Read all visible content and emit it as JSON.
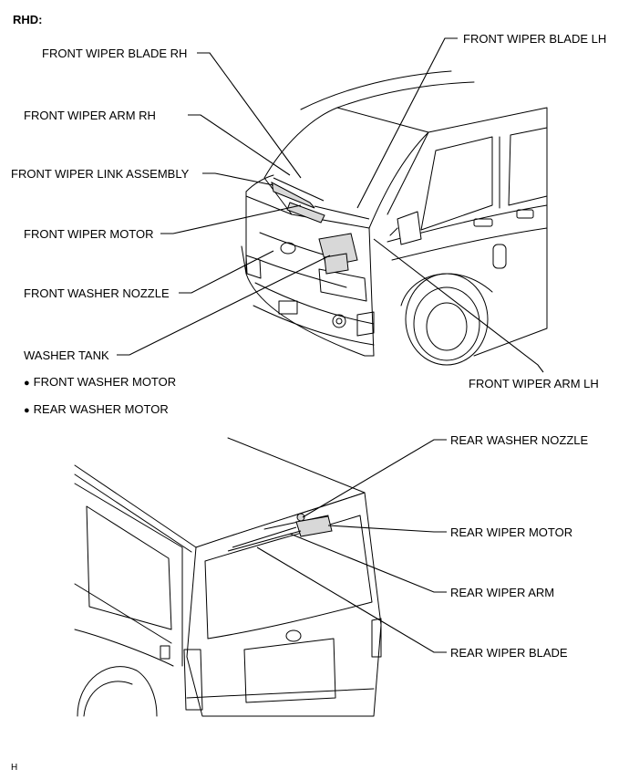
{
  "header": {
    "title": "RHD:"
  },
  "front_labels": {
    "blade_rh": "FRONT WIPER BLADE RH",
    "arm_rh": "FRONT WIPER ARM RH",
    "link_assembly": "FRONT WIPER LINK ASSEMBLY",
    "motor": "FRONT WIPER MOTOR",
    "washer_nozzle": "FRONT WASHER NOZZLE",
    "washer_tank": "WASHER TANK",
    "front_washer_motor": "FRONT WASHER MOTOR",
    "rear_washer_motor": "REAR WASHER MOTOR",
    "blade_lh": "FRONT WIPER BLADE LH",
    "arm_lh": "FRONT WIPER ARM LH"
  },
  "rear_labels": {
    "washer_nozzle": "REAR WASHER NOZZLE",
    "wiper_motor": "REAR WIPER MOTOR",
    "wiper_arm": "REAR WIPER ARM",
    "wiper_blade": "REAR WIPER BLADE"
  },
  "footer": {
    "code": "H"
  }
}
